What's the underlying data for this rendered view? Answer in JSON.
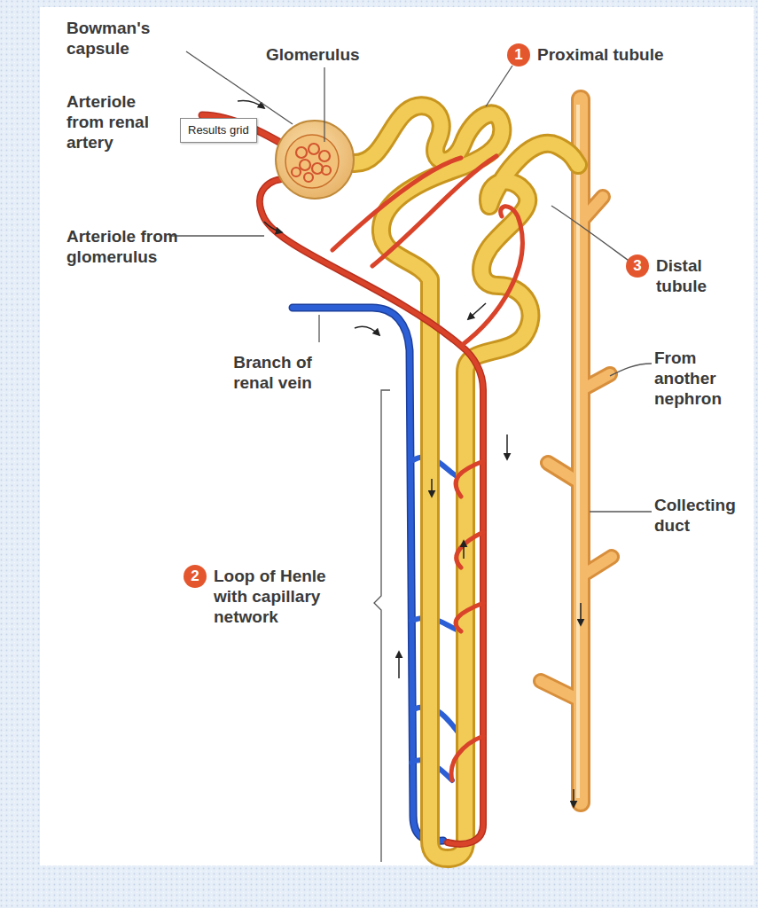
{
  "diagram": {
    "nodes": [
      {
        "text": [
          "1",
          "Proximal tubule"
        ]
      },
      {
        "text": [
          "Results grid"
        ]
      },
      {
        "text": [
          "3",
          "Distal tubule"
        ]
      },
      {
        "text": [
          "2",
          "Loop of Henle with capillary network"
        ]
      }
    ],
    "labels": [
      "Bowman's capsule",
      "Glomerulus",
      "Arteriole from renal artery",
      "Arteriole from glomerulus",
      "Branch of renal vein",
      "From another nephron",
      "Collecting duct"
    ]
  }
}
